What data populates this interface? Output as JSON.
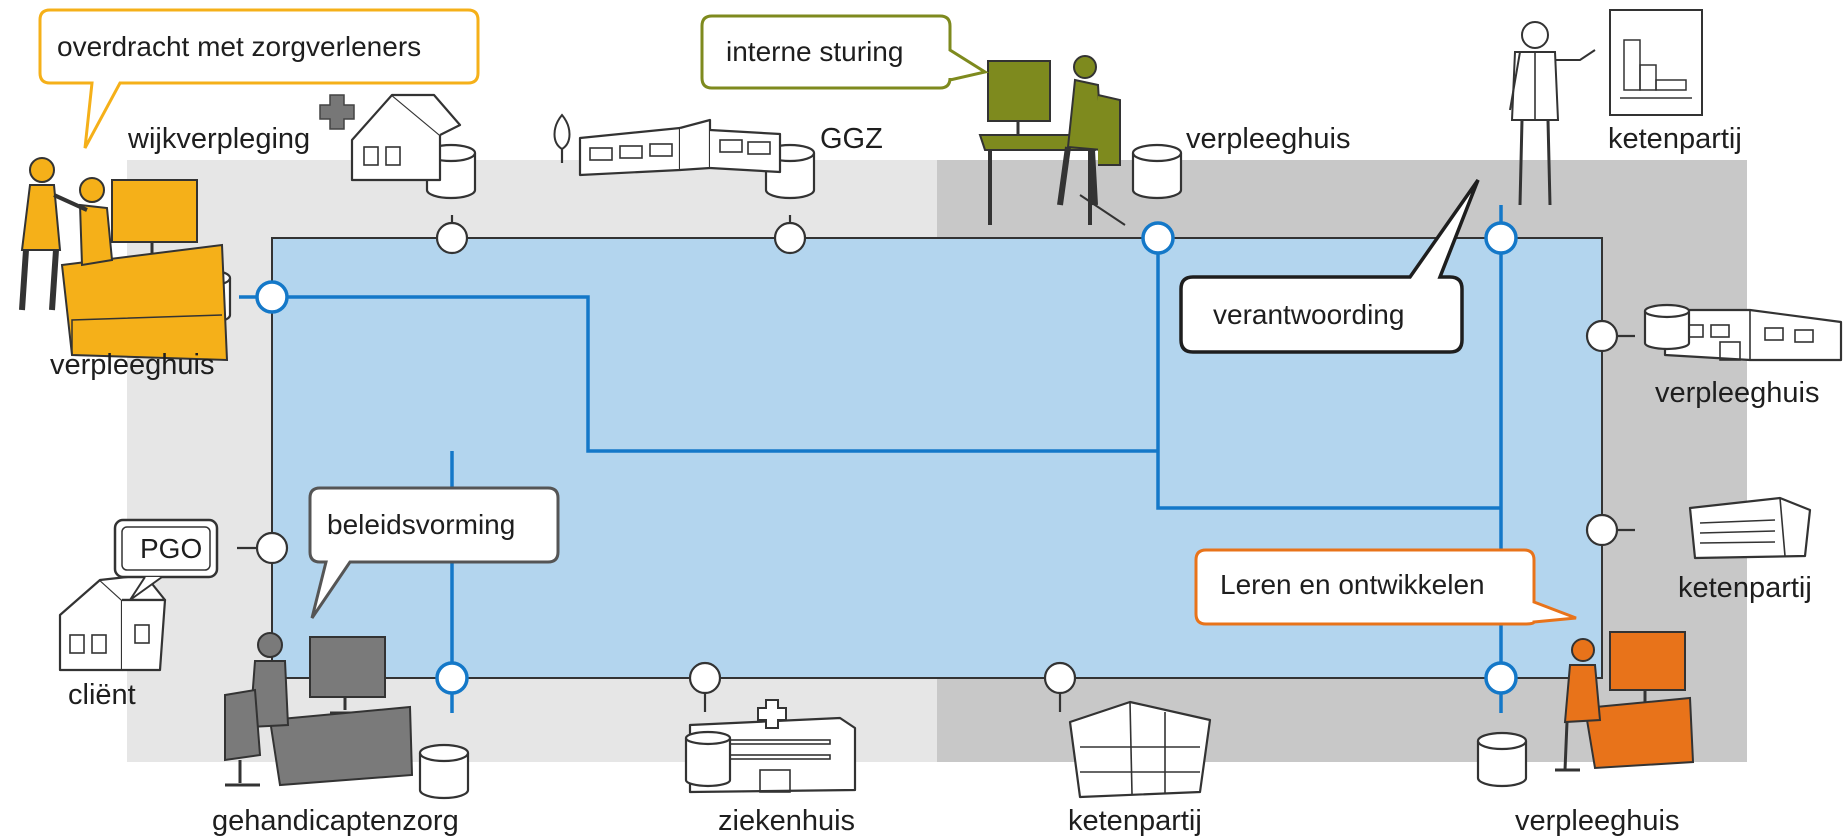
{
  "colors": {
    "network": "#1478c8",
    "area": "#b3d5ee",
    "zone_light": "#e6e6e6",
    "zone_dark": "#c8c8c8",
    "yellow": "#f5b019",
    "olive": "#7e8a1e",
    "orange": "#e8731a",
    "grey_person": "#7a7a7a"
  },
  "locations": {
    "wijkverpleging": "wijkverpleging",
    "ggz": "GGZ",
    "verpleeghuis_top": "verpleeghuis",
    "ketenpartij_top": "ketenpartij",
    "verpleeghuis_left": "verpleeghuis",
    "verpleeghuis_right": "verpleeghuis",
    "ketenpartij_right": "ketenpartij",
    "client": "cliënt",
    "pgo": "PGO",
    "gehandicaptenzorg": "gehandicaptenzorg",
    "ziekenhuis": "ziekenhuis",
    "ketenpartij_bottom": "ketenpartij",
    "verpleeghuis_bottom": "verpleeghuis"
  },
  "bubbles": {
    "overdracht": "overdracht met zorgverleners",
    "interne_sturing": "interne sturing",
    "verantwoording": "verantwoording",
    "beleidsvorming": "beleidsvorming",
    "leren": "Leren en ontwikkelen"
  },
  "icons": {
    "database": "database-cylinder-icon",
    "house": "house-icon",
    "building": "building-icon",
    "person_computer": "person-at-computer-icon",
    "presenter": "presenter-icon",
    "chart_board": "chart-board-icon",
    "plus": "plus-icon",
    "tree": "tree-icon"
  }
}
